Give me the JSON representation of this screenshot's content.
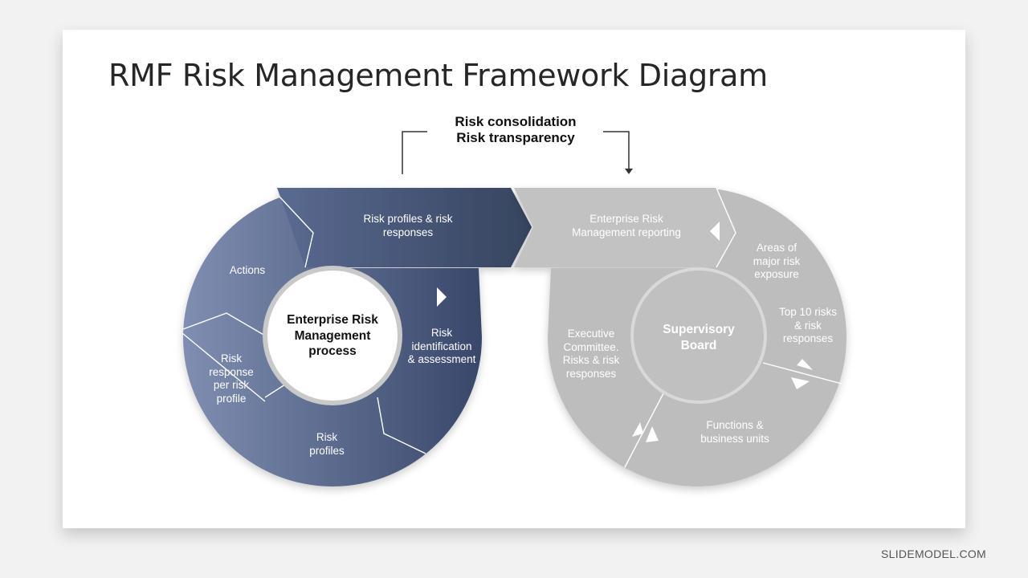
{
  "slide": {
    "title": "RMF Risk Management Framework Diagram",
    "footer": "SLIDEMODEL.COM"
  },
  "flow": {
    "line1": "Risk consolidation",
    "line2": "Risk transparency"
  },
  "left_cycle": {
    "center_line1": "Enterprise Risk",
    "center_line2": "Management",
    "center_line3": "process",
    "arrow_top": [
      "Risk profiles & risk",
      "responses"
    ],
    "actions": [
      "Actions"
    ],
    "risk_identification": [
      "Risk",
      "identification",
      "& assessment"
    ],
    "risk_profiles": [
      "Risk",
      "profiles"
    ],
    "risk_response": [
      "Risk",
      "response",
      "per risk",
      "profile"
    ],
    "colors": {
      "dark": "#3b4a6b",
      "light": "#7e8db0"
    }
  },
  "right_cycle": {
    "center_line1": "Supervisory",
    "center_line2": "Board",
    "arrow_top": [
      "Enterprise Risk",
      "Management  reporting"
    ],
    "areas": [
      "Areas of",
      "major risk",
      "exposure"
    ],
    "top10": [
      "Top  10 risks",
      "& risk",
      "responses"
    ],
    "functions": [
      "Functions &",
      "business units"
    ],
    "executive": [
      "Executive",
      "Committee.",
      "Risks & risk",
      "responses"
    ],
    "colors": {
      "fill": "#bfbfbf"
    }
  }
}
